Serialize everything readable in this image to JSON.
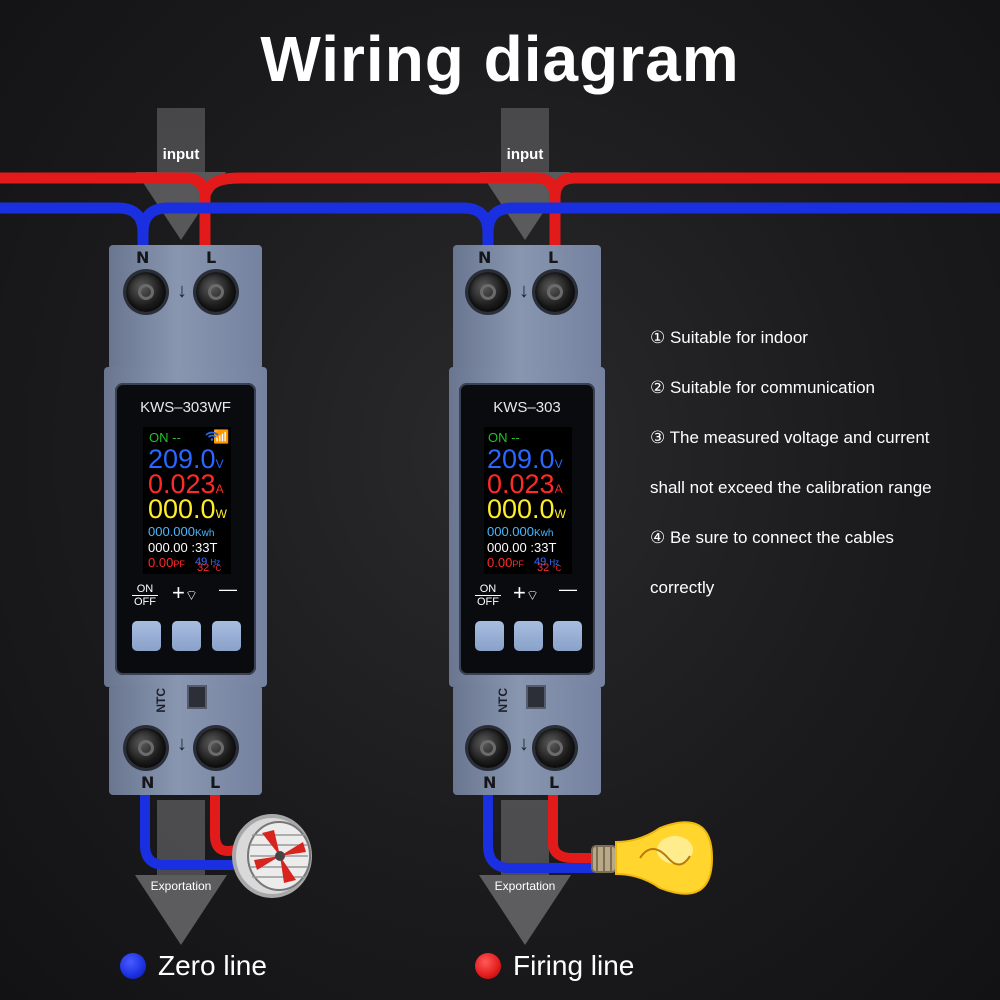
{
  "title": "Wiring diagram",
  "input_label": "input",
  "export_label": "Exportation",
  "colors": {
    "zero_line": "#1a2fe0",
    "firing_line": "#e21a1a"
  },
  "devices": [
    {
      "model": "KWS–303WF",
      "top_n": "N",
      "top_l": "L",
      "bottom_n": "N",
      "bottom_l": "L",
      "ntc": "NTC",
      "display": {
        "status": "ON --",
        "voltage": "209.0",
        "voltage_unit": "V",
        "current": "0.023",
        "current_unit": "A",
        "power": "000.0",
        "power_unit": "W",
        "energy": "000.000",
        "energy_unit": "Kwh",
        "time": "000.00 :33T",
        "pf": "0.00",
        "pf_unit": "PF",
        "freq": "49",
        "freq_unit": "Hz",
        "temp": "32",
        "temp_unit": "°C"
      },
      "buttons": {
        "power_label_top": "ON",
        "power_label_bottom": "OFF",
        "plus": "+",
        "minus": "—"
      },
      "load": "fan-icon"
    },
    {
      "model": "KWS–303",
      "top_n": "N",
      "top_l": "L",
      "bottom_n": "N",
      "bottom_l": "L",
      "ntc": "NTC",
      "display": {
        "status": "ON --",
        "voltage": "209.0",
        "voltage_unit": "V",
        "current": "0.023",
        "current_unit": "A",
        "power": "000.0",
        "power_unit": "W",
        "energy": "000.000",
        "energy_unit": "Kwh",
        "time": "000.00 :33T",
        "pf": "0.00",
        "pf_unit": "PF",
        "freq": "49",
        "freq_unit": "Hz",
        "temp": "32",
        "temp_unit": "°C"
      },
      "buttons": {
        "power_label_top": "ON",
        "power_label_bottom": "OFF",
        "plus": "+",
        "minus": "—"
      },
      "load": "light-bulb-icon"
    }
  ],
  "notes": [
    "① Suitable for indoor",
    "② Suitable for communication",
    "③ The measured voltage and current",
    "shall not exceed the calibration range",
    "④ Be sure to connect the cables",
    "correctly"
  ],
  "legend": {
    "zero": "Zero line",
    "firing": "Firing line"
  }
}
